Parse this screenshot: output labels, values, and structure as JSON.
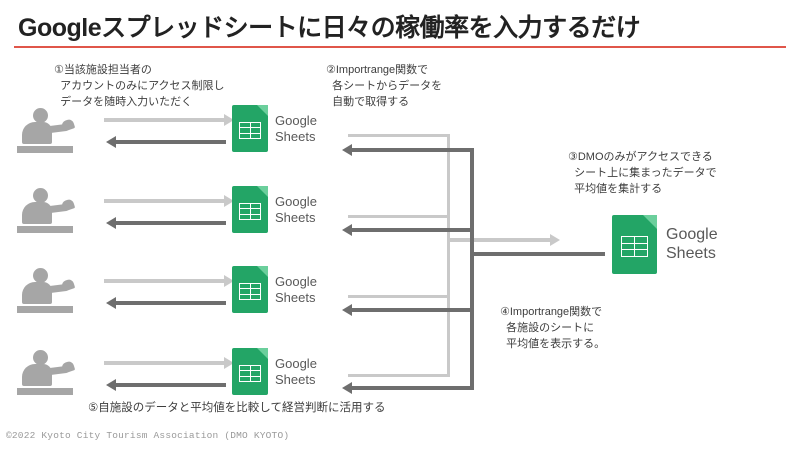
{
  "header": {
    "title": "Googleスプレッドシートに日々の稼働率を入力するだけ",
    "rule_color": "#e0564a"
  },
  "colors": {
    "sheets_green": "#23a566",
    "sheets_green_light": "#6bcf9c",
    "person_gray": "#a6a6a6",
    "arrow_light": "#c9c9c9",
    "arrow_dark": "#6e6e6e",
    "text_gray": "#3d3d3d",
    "footer_gray": "#9a9a9a"
  },
  "notes": [
    {
      "id": "note-1",
      "text": "①当該施設担当者の\n  アカウントのみにアクセス制限し\n  データを随時入力いただく"
    },
    {
      "id": "note-2",
      "text": "②Importrange関数で\n  各シートからデータを\n  自動で取得する"
    },
    {
      "id": "note-3",
      "text": "③DMOのみがアクセスできる\n  シート上に集まったデータで\n  平均値を集計する"
    },
    {
      "id": "note-4",
      "text": "④Importrange関数で\n  各施設のシートに\n  平均値を表示する。"
    },
    {
      "id": "note-5",
      "text": "⑤自施設のデータと平均値を比較して経営判断に活用する"
    }
  ],
  "facility_rows": [
    {
      "person_label": "facility-staff-1",
      "sheet_label": "Google\nSheets"
    },
    {
      "person_label": "facility-staff-2",
      "sheet_label": "Google\nSheets"
    },
    {
      "person_label": "facility-staff-3",
      "sheet_label": "Google\nSheets"
    },
    {
      "person_label": "facility-staff-4",
      "sheet_label": "Google\nSheets"
    }
  ],
  "central_sheet": {
    "label": "Google\nSheets",
    "role": "DMO aggregation sheet"
  },
  "footer": {
    "text": "©2022 Kyoto City Tourism Association (DMO KYOTO)"
  }
}
